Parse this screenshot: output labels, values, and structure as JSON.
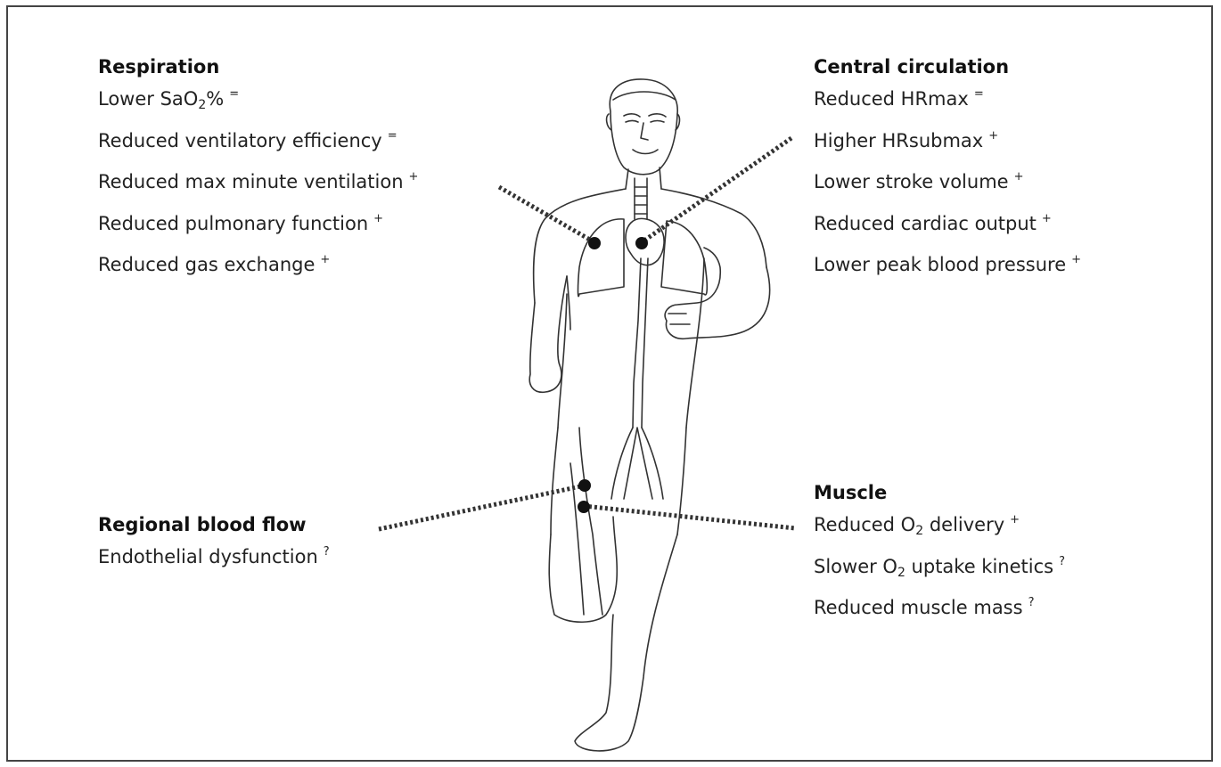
{
  "respiration": {
    "heading": "Respiration",
    "items": [
      {
        "pre": "Lower SaO",
        "sub": "2",
        "post": "%",
        "mark": "="
      },
      {
        "pre": "Reduced ventilatory efficiency",
        "sub": "",
        "post": "",
        "mark": "="
      },
      {
        "pre": "Reduced max minute ventilation",
        "sub": "",
        "post": "",
        "mark": "+"
      },
      {
        "pre": "Reduced pulmonary function",
        "sub": "",
        "post": "",
        "mark": "+"
      },
      {
        "pre": "Reduced gas exchange",
        "sub": "",
        "post": "",
        "mark": "+"
      }
    ]
  },
  "central_circulation": {
    "heading": "Central circulation",
    "items": [
      {
        "pre": "Reduced HRmax",
        "sub": "",
        "post": "",
        "mark": "="
      },
      {
        "pre": "Higher HRsubmax",
        "sub": "",
        "post": "",
        "mark": "+"
      },
      {
        "pre": "Lower stroke volume",
        "sub": "",
        "post": "",
        "mark": "+"
      },
      {
        "pre": "Reduced cardiac output",
        "sub": "",
        "post": "",
        "mark": "+"
      },
      {
        "pre": "Lower peak blood pressure",
        "sub": "",
        "post": "",
        "mark": "+"
      }
    ]
  },
  "regional_blood_flow": {
    "heading": "Regional blood flow",
    "items": [
      {
        "pre": "Endothelial dysfunction",
        "sub": "",
        "post": "",
        "mark": "?"
      }
    ]
  },
  "muscle": {
    "heading": "Muscle",
    "items": [
      {
        "pre": "Reduced O",
        "sub": "2",
        "post": " delivery",
        "mark": "+"
      },
      {
        "pre": "Slower O",
        "sub": "2",
        "post": " uptake kinetics",
        "mark": "?"
      },
      {
        "pre": "Reduced muscle mass",
        "sub": "",
        "post": "",
        "mark": "?"
      }
    ]
  }
}
